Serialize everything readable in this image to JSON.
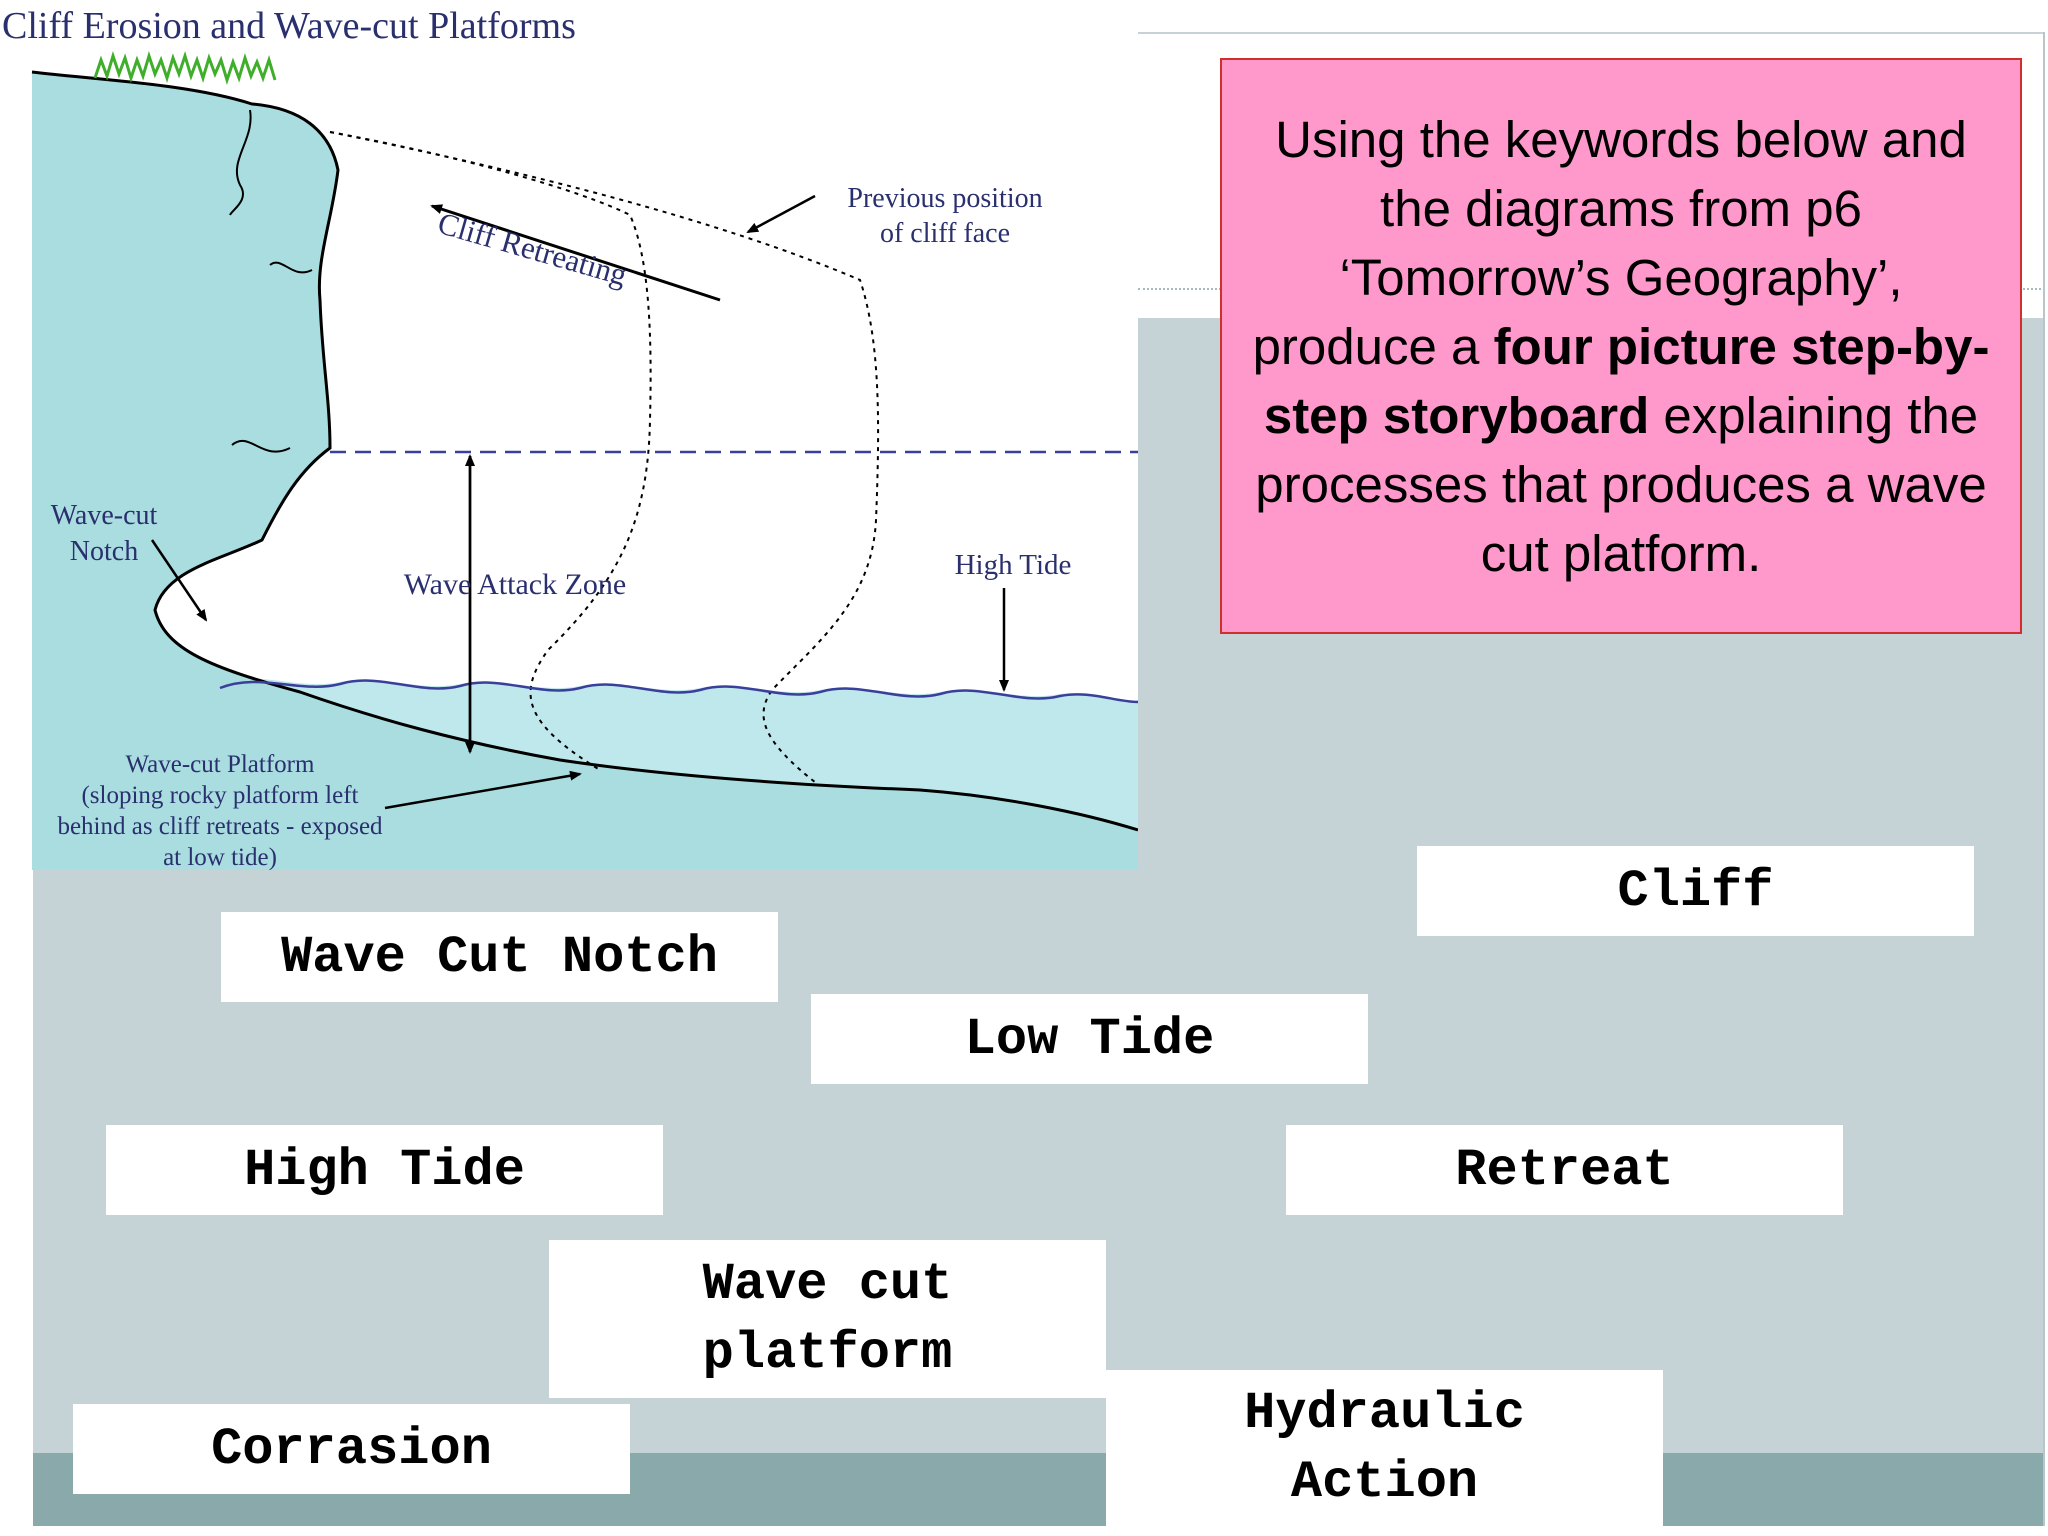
{
  "diagram": {
    "title": "Cliff Erosion and Wave-cut Platforms",
    "labels": {
      "cliff_retreating": "Cliff Retreating",
      "previous_position_line1": "Previous position",
      "previous_position_line2": "of cliff face",
      "notch_line1": "Wave-cut",
      "notch_line2": "Notch",
      "wave_attack_zone": "Wave Attack Zone",
      "high_tide": "High Tide",
      "platform_line1": "Wave-cut Platform",
      "platform_line2": "(sloping rocky platform left",
      "platform_line3": "behind as cliff retreats - exposed",
      "platform_line4": "at low tide)"
    },
    "colors": {
      "cliff_fill": "#a9dde0",
      "sea_fill": "#bfe8ec",
      "grass": "#3fae2a",
      "line": "#000000",
      "label_text": "#2a2f6e",
      "high_tide_line": "#3a3f9a"
    }
  },
  "instructions": {
    "text_1": "Using the keywords below and the diagrams from p6 ‘Tomorrow’s Geography’, produce a ",
    "bold": "four picture step-by-step storyboard",
    "text_2": " explaining the processes that produces a wave cut platform."
  },
  "keywords": {
    "cliff": "Cliff",
    "wave_cut_notch": "Wave Cut Notch",
    "low_tide": "Low Tide",
    "high_tide": "High Tide",
    "retreat": "Retreat",
    "wave_cut_platform": "Wave cut\nplatform",
    "hydraulic_action": "Hydraulic\nAction",
    "corrasion": "Corrasion"
  },
  "colors": {
    "slide_background": "#c5d2d6",
    "slide_band": "#8aa9ab",
    "instruction_fill": "#ff99cc",
    "instruction_border": "#d0302c",
    "keyword_fill": "#ffffff"
  }
}
